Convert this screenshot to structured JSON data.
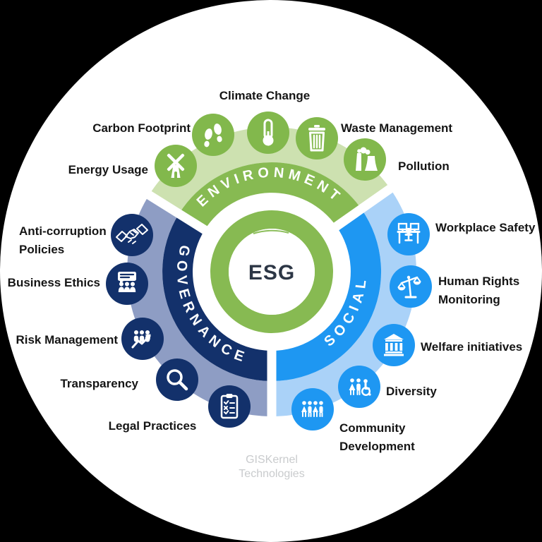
{
  "center": {
    "label": "ESG"
  },
  "watermark": {
    "line1": "GISKernel",
    "line2": "Technologies"
  },
  "colors": {
    "page_bg": "#000000",
    "canvas": "#ffffff",
    "center_ring": "#87ba52",
    "esg_text": "#2c3645",
    "label_text": "#151515",
    "watermark_text": "#c9cbcd",
    "environment": {
      "inner": "#87ba52",
      "outer": "#cde1b0",
      "icon": "#82b84c"
    },
    "governance": {
      "inner": "#13316b",
      "outer": "#8e9dc4",
      "icon": "#13316b"
    },
    "social": {
      "inner": "#1e97f2",
      "outer": "#aad2f8",
      "icon": "#1e97f2"
    }
  },
  "sections": {
    "environment": {
      "arc_label": "ENVIRONMENT",
      "items": [
        {
          "icon": "windmill-icon",
          "lines": [
            "Energy Usage"
          ]
        },
        {
          "icon": "footprints-icon",
          "lines": [
            "Carbon Footprint"
          ]
        },
        {
          "icon": "thermometer-icon",
          "lines": [
            "Climate Change"
          ]
        },
        {
          "icon": "trash-can-icon",
          "lines": [
            "Waste Management"
          ]
        },
        {
          "icon": "factory-icon",
          "lines": [
            "Pollution"
          ]
        }
      ]
    },
    "governance": {
      "arc_label": "GOVERNANCE",
      "items": [
        {
          "icon": "handshake-icon",
          "lines": [
            "Anti-corruption",
            "Policies"
          ]
        },
        {
          "icon": "presentation-icon",
          "lines": [
            "Business Ethics"
          ]
        },
        {
          "icon": "people-growth-icon",
          "lines": [
            "Risk Management"
          ]
        },
        {
          "icon": "magnifier-icon",
          "lines": [
            "Transparency"
          ]
        },
        {
          "icon": "clipboard-icon",
          "lines": [
            "Legal Practices"
          ]
        }
      ]
    },
    "social": {
      "arc_label": "SOCIAL",
      "items": [
        {
          "icon": "workstation-icon",
          "lines": [
            "Workplace Safety"
          ]
        },
        {
          "icon": "scales-icon",
          "lines": [
            "Human Rights",
            "Monitoring"
          ]
        },
        {
          "icon": "bank-icon",
          "lines": [
            "Welfare initiatives"
          ]
        },
        {
          "icon": "inclusion-icon",
          "lines": [
            "Diversity"
          ]
        },
        {
          "icon": "people-group-icon",
          "lines": [
            "Community",
            "Development"
          ]
        }
      ]
    }
  }
}
